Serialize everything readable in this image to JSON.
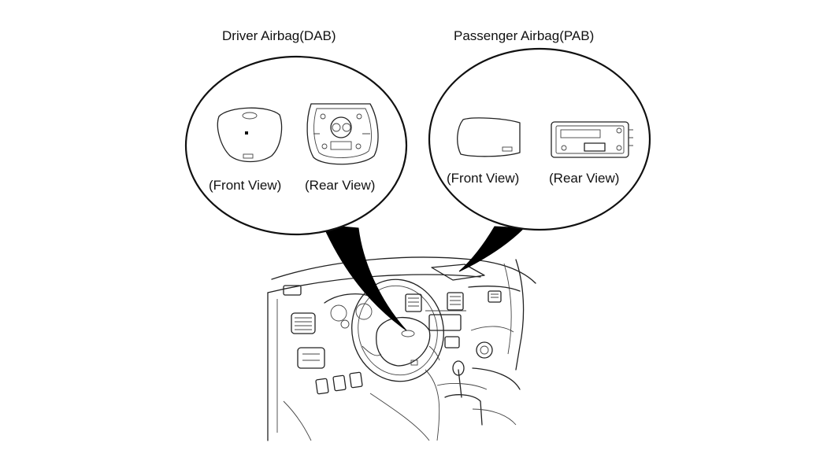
{
  "driver": {
    "title": "Driver Airbag(DAB)",
    "front_label": "(Front View)",
    "rear_label": "(Rear View)"
  },
  "passenger": {
    "title": "Passenger Airbag(PAB)",
    "front_label": "(Front View)",
    "rear_label": "(Rear View)"
  },
  "colors": {
    "line": "#222222",
    "fill": "#000000"
  }
}
